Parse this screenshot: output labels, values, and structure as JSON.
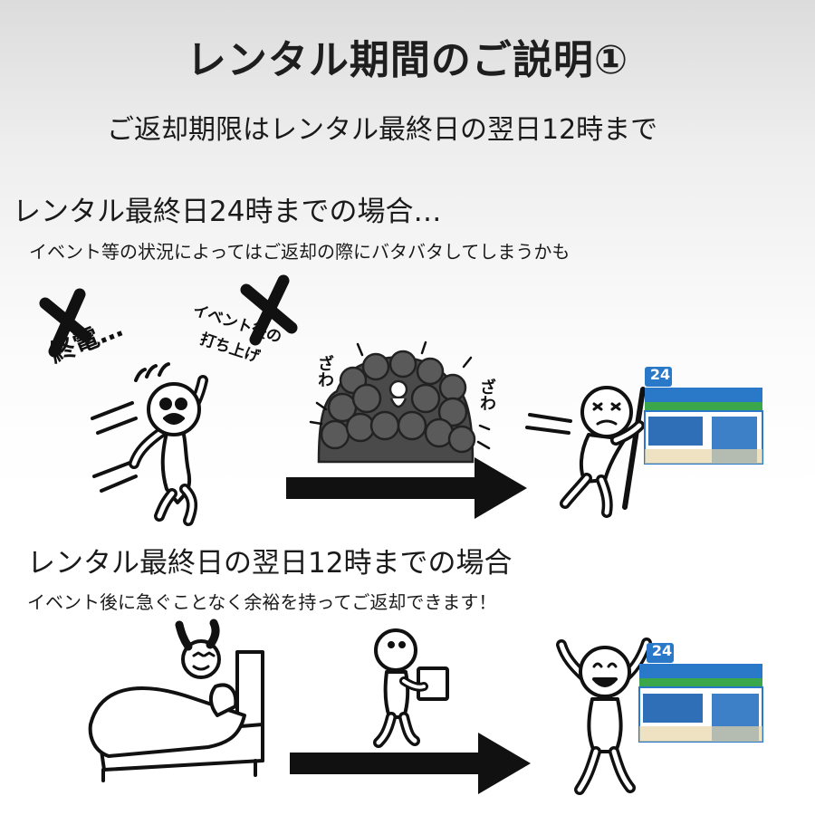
{
  "title": "レンタル期間のご説明①",
  "subtitle": "ご返却期限はレンタル最終日の翌日12時まで",
  "case_a": {
    "heading": "レンタル最終日24時までの場合…",
    "description": "イベント等の状況によってはご返却の際にバタバタしてしまうかも",
    "last_train": "終電…",
    "after_party_line1": "イベント後の",
    "after_party_line2": "打ち上げ",
    "crowd_sfx_left": "ざわ",
    "crowd_sfx_right": "ざわ",
    "store_sign": "24"
  },
  "case_b": {
    "heading": "レンタル最終日の翌日12時までの場合",
    "description": "イベント後に急ぐことなく余裕を持ってご返却できます！",
    "store_sign": "24"
  },
  "colors": {
    "store_blue": "#2a78c8",
    "store_green": "#3aa84a",
    "crowd_gray": "#555555",
    "arrow": "#111111"
  }
}
